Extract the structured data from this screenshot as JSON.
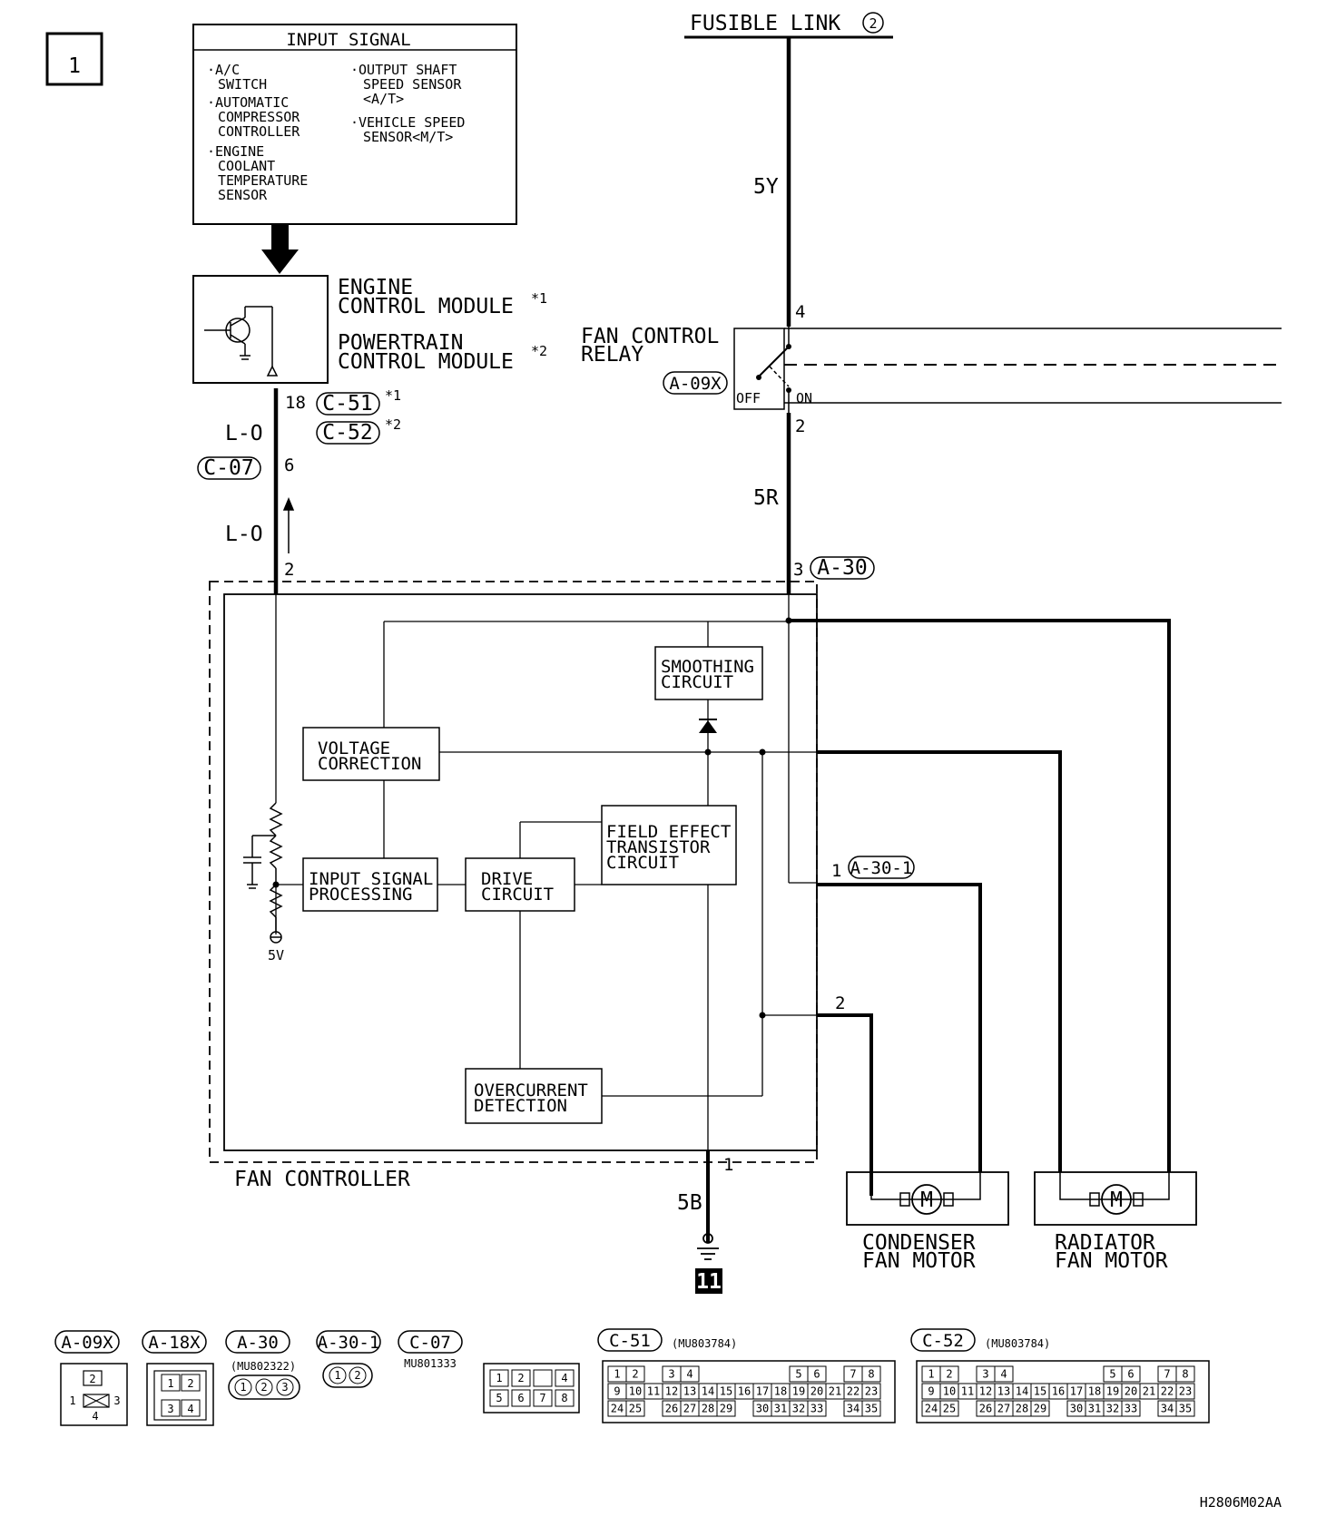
{
  "page_id": "1",
  "code": "H2806M02AA",
  "fusible_link": "FUSIBLE LINK",
  "fusible_link_num": "2",
  "input_signal": {
    "title": "INPUT SIGNAL",
    "left": [
      "·A/C",
      "SWITCH",
      "·AUTOMATIC",
      "COMPRESSOR",
      "CONTROLLER",
      "·ENGINE",
      "COOLANT",
      "TEMPERATURE",
      "SENSOR"
    ],
    "right": [
      "·OUTPUT SHAFT",
      "SPEED SENSOR",
      "<A/T>",
      "·VEHICLE SPEED",
      "SENSOR<M/T>"
    ]
  },
  "ecm": {
    "line1": "ENGINE",
    "line2": "CONTROL MODULE",
    "note": "*1"
  },
  "pcm": {
    "line1": "POWERTRAIN",
    "line2": "CONTROL MODULE",
    "note": "*2"
  },
  "relay": {
    "line1": "FAN CONTROL",
    "line2": "RELAY",
    "conn": "A-09X",
    "off": "OFF",
    "on": "ON"
  },
  "wires": {
    "w5y": "5Y",
    "w5r": "5R",
    "w5b": "5B",
    "lo1": "L-O",
    "lo2": "L-O"
  },
  "pins": {
    "p4": "4",
    "p2": "2",
    "p18": "18",
    "p6": "6",
    "p2b": "2",
    "p3": "3",
    "p1": "1",
    "p1b": "1",
    "p2c": "2"
  },
  "conns": {
    "c51": "C-51",
    "c52": "C-52",
    "c07": "C-07",
    "a30": "A-30",
    "a301": "A-30-1",
    "n1": "*1",
    "n2": "*2"
  },
  "fan_controller": {
    "label": "FAN CONTROLLER",
    "smoothing": [
      "SMOOTHING",
      "CIRCUIT"
    ],
    "voltage": [
      "VOLTAGE",
      "CORRECTION"
    ],
    "fet": [
      "FIELD EFFECT",
      "TRANSISTOR",
      "CIRCUIT"
    ],
    "input_proc": [
      "INPUT SIGNAL",
      "PROCESSING"
    ],
    "drive": [
      "DRIVE",
      "CIRCUIT"
    ],
    "overcurrent": [
      "OVERCURRENT",
      "DETECTION"
    ],
    "v5": "5V"
  },
  "condenser": [
    "CONDENSER",
    "FAN MOTOR"
  ],
  "radiator": [
    "RADIATOR",
    "FAN MOTOR"
  ],
  "motor_symbol": "M",
  "ground_num": "11",
  "connectors": [
    {
      "id": "A-09X",
      "part": ""
    },
    {
      "id": "A-18X",
      "part": ""
    },
    {
      "id": "A-30",
      "part": "(MU802322)"
    },
    {
      "id": "A-30-1",
      "part": ""
    },
    {
      "id": "C-07",
      "part": "MU801333"
    },
    {
      "id": "C-51",
      "part": "(MU803784)"
    },
    {
      "id": "C-52",
      "part": "(MU803784)"
    }
  ],
  "conn_pins": {
    "a09x": [
      "2",
      "1",
      "3",
      "4"
    ],
    "a18x": [
      "1",
      "2",
      "3",
      "4"
    ],
    "a30": [
      "1",
      "2",
      "3"
    ],
    "a301": [
      "1",
      "2"
    ],
    "c07": [
      "1",
      "2",
      "3",
      "4",
      "5",
      "6",
      "7",
      "8"
    ],
    "c51_row1": [
      "1",
      "2",
      "3",
      "4",
      "5",
      "6",
      "7",
      "8"
    ],
    "c51_row2": [
      "9",
      "10",
      "11",
      "12",
      "13",
      "14",
      "15",
      "16",
      "17",
      "18",
      "19",
      "20",
      "21",
      "22",
      "23"
    ],
    "c51_row3": [
      "24",
      "25",
      "26",
      "27",
      "28",
      "29",
      "30",
      "31",
      "32",
      "33",
      "34",
      "35"
    ]
  }
}
